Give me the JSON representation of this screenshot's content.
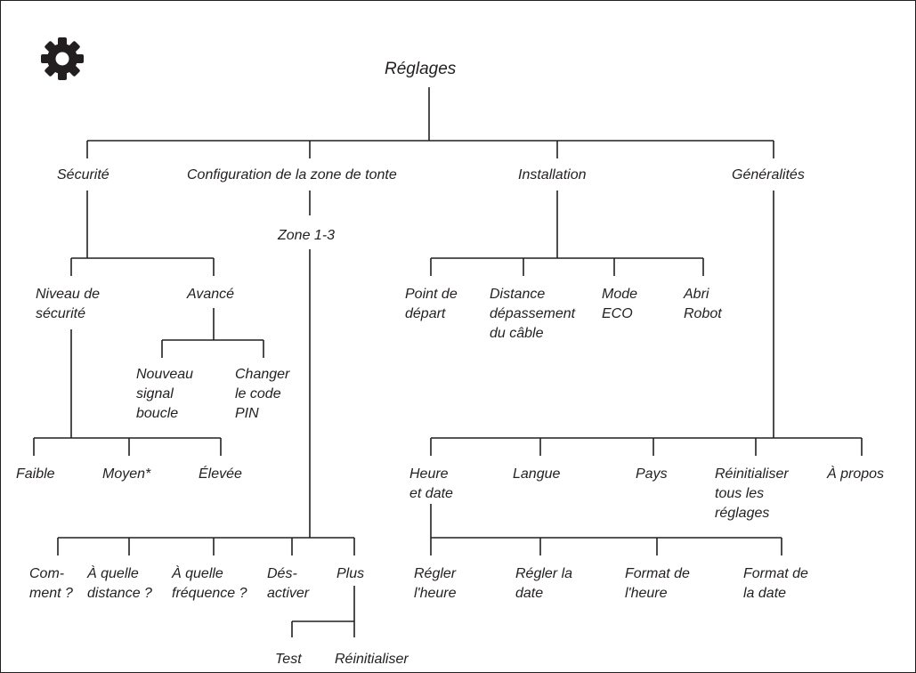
{
  "icon": {
    "name": "gear-icon",
    "color": "#231f20"
  },
  "root": "Réglages",
  "level1": {
    "securite": "Sécurité",
    "configuration": "Configuration de la zone de tonte",
    "installation": "Installation",
    "generalites": "Généralités"
  },
  "securite": {
    "niveau": "Niveau de\nsécurité",
    "avance": "Avancé",
    "niveaux": {
      "faible": "Faible",
      "moyen": "Moyen*",
      "elevee": "Élevée"
    },
    "avance_items": {
      "nouveau": "Nouveau\nsignal\nboucle",
      "changer": "Changer\nle code\nPIN"
    }
  },
  "configuration": {
    "zone": "Zone 1-3",
    "items": {
      "comment": "Com-\nment ?",
      "distance": "À quelle\ndistance ?",
      "frequence": "À quelle\nfréquence ?",
      "desactiver": "Dés-\nactiver",
      "plus": "Plus"
    },
    "plus_items": {
      "test": "Test",
      "reinitialiser": "Réinitialiser"
    }
  },
  "installation": {
    "point": "Point de\ndépart",
    "distance": "Distance\ndépassement\ndu câble",
    "mode": "Mode\nECO",
    "abri": "Abri\nRobot"
  },
  "generalites": {
    "heure": "Heure\net date",
    "langue": "Langue",
    "pays": "Pays",
    "reinit": "Réinitialiser\ntous les\nréglages",
    "apropos": "À propos",
    "heure_items": {
      "regler_heure": "Régler\nl'heure",
      "regler_date": "Régler la\ndate",
      "format_heure": "Format de\nl'heure",
      "format_date": "Format de\nla date"
    }
  }
}
